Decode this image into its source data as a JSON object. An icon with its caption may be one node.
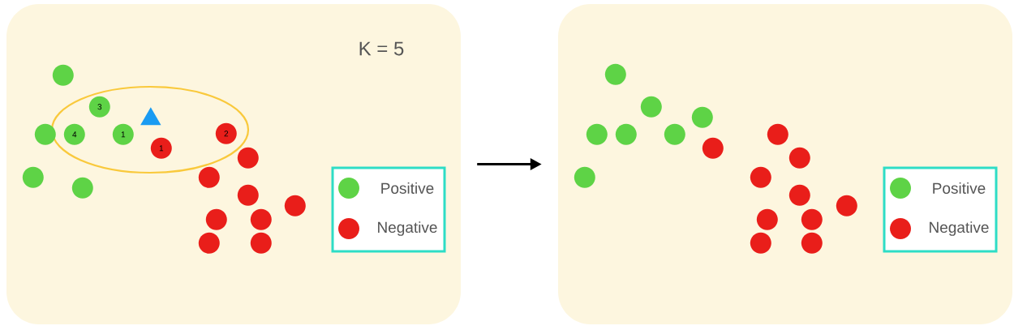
{
  "diagram": {
    "nodes": [
      {
        "text": [],
        "shape": "box"
      },
      {
        "text": [],
        "shape": "circle",
        "in": 0
      },
      {
        "text": [
          "3"
        ],
        "in": 0
      },
      {
        "text": [],
        "shape": "circle",
        "in": 0
      },
      {
        "text": [
          "4"
        ],
        "in": 0
      },
      {
        "text": [
          "1"
        ],
        "in": 0
      },
      {
        "text": [
          "2"
        ],
        "in": 0
      },
      {
        "text": [
          "1"
        ],
        "in": 0
      },
      {
        "text": [],
        "shape": "circle",
        "in": 0
      },
      {
        "text": [],
        "shape": "circle",
        "in": 0
      },
      {
        "text": [],
        "shape": "circle",
        "in": 0
      },
      {
        "text": [],
        "shape": "circle",
        "in": 0
      },
      {
        "text": [],
        "shape": "circle",
        "in": 0
      },
      {
        "text": [],
        "shape": "circle",
        "in": 0
      },
      {
        "text": [],
        "shape": "circle",
        "in": 0
      },
      {
        "text": [],
        "shape": "circle",
        "in": 0
      },
      {
        "text": [],
        "shape": "circle",
        "in": 0
      },
      {
        "text": [],
        "shape": "circle",
        "in": 0
      },
      {
        "text": [],
        "shape": "box"
      },
      {
        "text": [],
        "shape": "circle",
        "in": 18
      },
      {
        "text": [],
        "shape": "circle",
        "in": 18
      },
      {
        "text": [],
        "shape": "circle",
        "in": 18
      },
      {
        "text": [],
        "shape": "circle",
        "in": 18
      },
      {
        "text": [],
        "shape": "circle",
        "in": 18
      },
      {
        "text": [],
        "shape": "circle",
        "in": 18
      },
      {
        "text": [],
        "shape": "circle",
        "in": 18
      },
      {
        "text": [],
        "shape": "circle",
        "in": 18
      },
      {
        "text": [],
        "shape": "circle",
        "in": 18
      },
      {
        "text": [],
        "shape": "circle",
        "in": 18
      },
      {
        "text": [],
        "shape": "circle",
        "in": 18
      },
      {
        "text": [],
        "shape": "circle",
        "in": 18
      },
      {
        "text": [],
        "shape": "circle",
        "in": 18
      },
      {
        "text": [],
        "shape": "circle",
        "in": 18
      },
      {
        "text": [],
        "shape": "circle",
        "in": 18
      },
      {
        "text": [],
        "shape": "circle",
        "in": 18
      },
      {
        "text": [],
        "shape": "circle",
        "in": 18
      },
      {
        "text": [],
        "shape": "triangle",
        "in": 0
      }
    ],
    "edges": [
      {
        "from": 0,
        "to": 18,
        "arrow": "to"
      }
    ],
    "labels": [
      "K = 5"
    ],
    "legend": [
      {
        "text": "Positive",
        "color": "#5ed346"
      },
      {
        "text": "Negative",
        "color": "#e91e1a"
      },
      {
        "text": "Positive",
        "color": "#5ed346"
      },
      {
        "text": "Negative",
        "color": "#e91e1a"
      }
    ]
  }
}
